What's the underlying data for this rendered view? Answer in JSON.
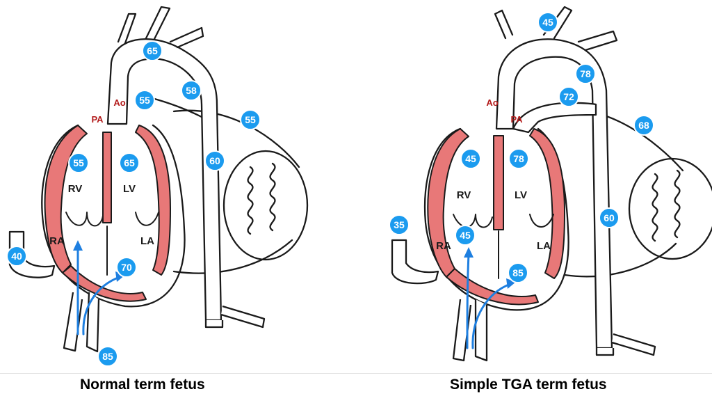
{
  "colors": {
    "saturation_badge": "#1b9bef",
    "myocardium": "#e87878",
    "flow_arrow": "#1e7fe0",
    "vessel_label": "#b31b1b"
  },
  "left": {
    "caption": "Normal term fetus",
    "vessels": {
      "ao": "Ao",
      "pa": "PA"
    },
    "chambers": {
      "rv": "RV",
      "lv": "LV",
      "ra": "RA",
      "la": "LA"
    },
    "saturations": {
      "aortic_arch": "65",
      "ductus_junction": "58",
      "pulmonary_artery": "55",
      "pulmonary_veins": "55",
      "right_ventricle": "55",
      "left_ventricle": "65",
      "descending_aorta": "60",
      "svc": "40",
      "foramen_ovale": "70",
      "ductus_venosus": "85"
    }
  },
  "right": {
    "caption": "Simple TGA term fetus",
    "vessels": {
      "ao": "Ao",
      "pa": "PA"
    },
    "chambers": {
      "rv": "RV",
      "lv": "LV",
      "ra": "RA",
      "la": "LA"
    },
    "saturations": {
      "aortic_arch": "45",
      "ductus_junction": "78",
      "pulmonary_artery": "72",
      "pulmonary_veins": "68",
      "right_ventricle": "45",
      "left_ventricle": "78",
      "descending_aorta": "60",
      "svc": "35",
      "right_atrium": "45",
      "foramen_ovale": "85"
    }
  }
}
